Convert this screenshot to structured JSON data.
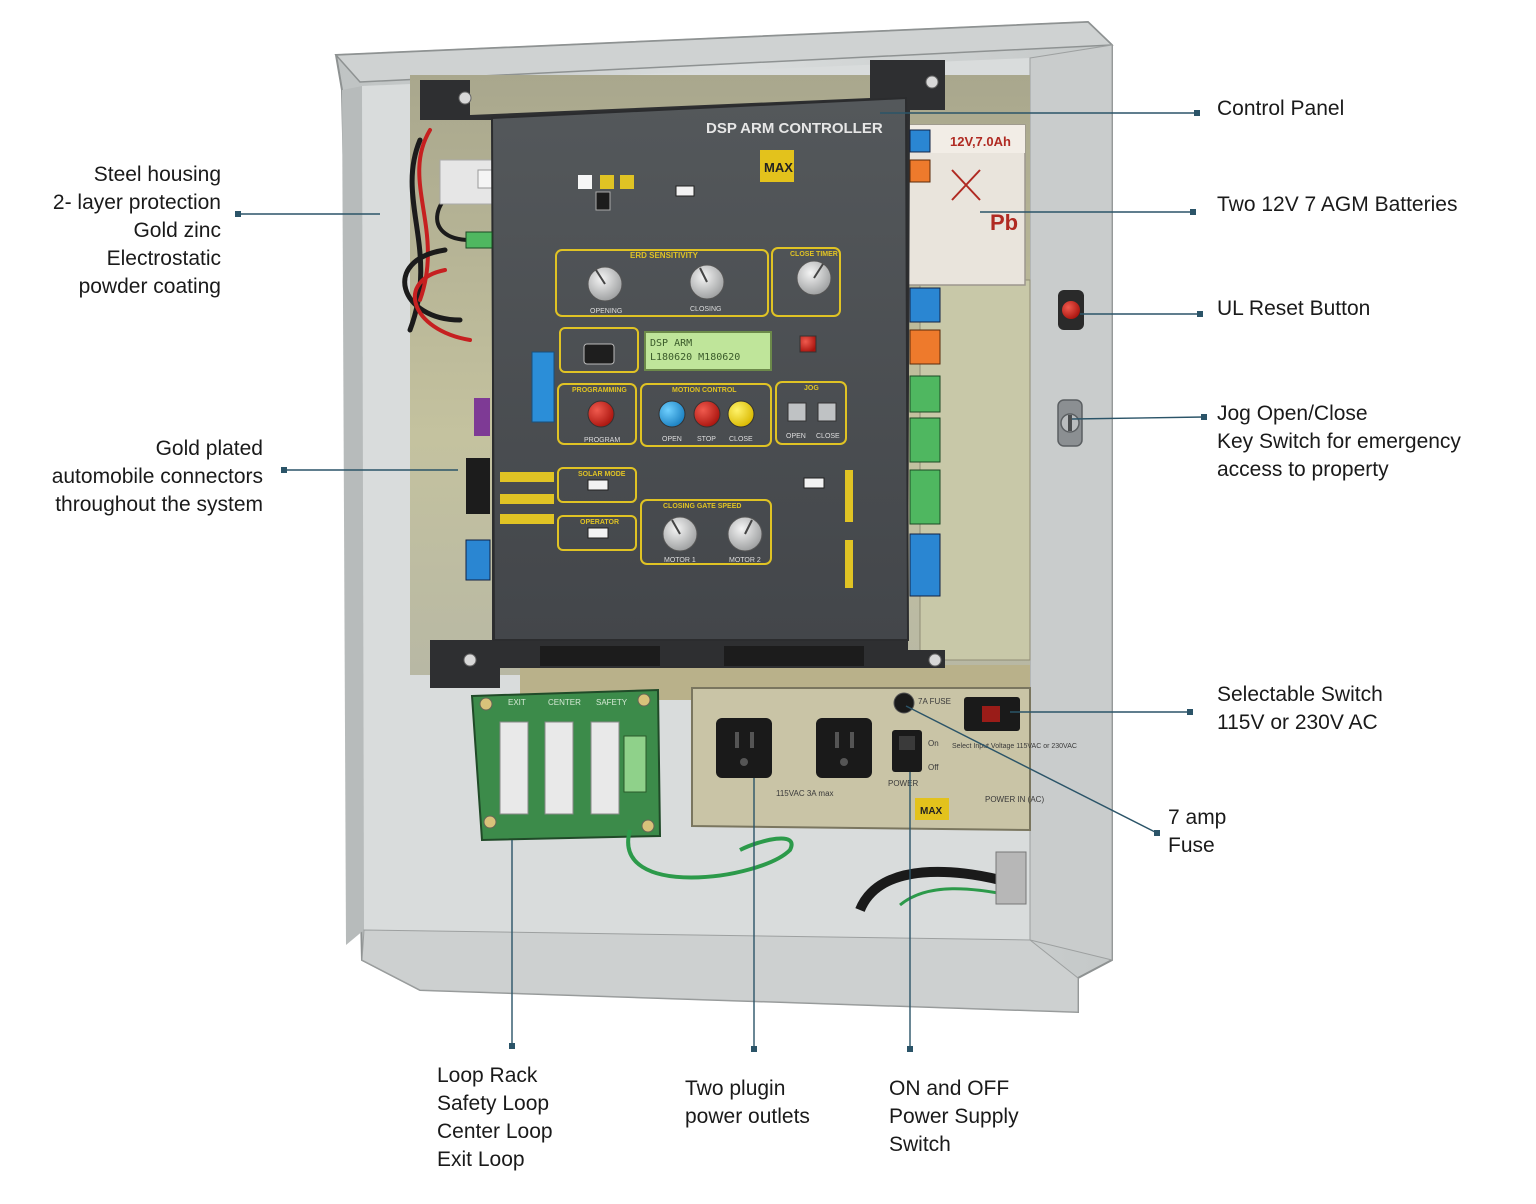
{
  "colors": {
    "leader": "#2b5468",
    "housing": "#d3d6d6",
    "panel": "#4a4d4f",
    "panel_accent": "#e0c324",
    "lcd": "#bfe59a"
  },
  "callouts": {
    "control_panel": {
      "lines": [
        "Control Panel"
      ]
    },
    "batteries": {
      "lines": [
        "Two 12V 7 AGM Batteries"
      ]
    },
    "reset": {
      "lines": [
        "UL Reset Button"
      ]
    },
    "jog": {
      "lines": [
        "Jog Open/Close",
        "Key Switch for emergency",
        "access to property"
      ]
    },
    "selectable": {
      "lines": [
        "Selectable Switch",
        "115V or 230V AC"
      ]
    },
    "fuse": {
      "lines": [
        "7 amp",
        "Fuse"
      ]
    },
    "housing": {
      "lines": [
        "Steel housing",
        "2- layer protection",
        "Gold zinc",
        "Electrostatic",
        "powder coating"
      ]
    },
    "connectors": {
      "lines": [
        "Gold plated",
        "automobile connectors",
        "throughout the system"
      ]
    },
    "loop_rack": {
      "lines": [
        "Loop Rack",
        "Safety Loop",
        "Center Loop",
        "Exit Loop"
      ]
    },
    "outlets": {
      "lines": [
        "Two plugin",
        "power outlets"
      ]
    },
    "power_switch": {
      "lines": [
        "ON and OFF",
        "Power Supply",
        "Switch"
      ]
    }
  },
  "device": {
    "panel_title": "DSP ARM CONTROLLER",
    "brand": "MAX",
    "lcd_line1": "DSP ARM",
    "lcd_line2": "L180620 M180620",
    "battery_label": "12V,7.0Ah",
    "battery_mark": "Pb",
    "section_erd": "ERD SENSITIVITY",
    "section_programming": "PROGRAMMING",
    "section_motion": "MOTION CONTROL",
    "section_jog": "JOG",
    "section_solar": "SOLAR MODE",
    "section_operator": "OPERATOR",
    "section_speed": "CLOSING GATE SPEED",
    "knob_opening": "OPENING",
    "knob_closing": "CLOSING",
    "knob_close_timer": "CLOSE TIMER",
    "btn_program": "PROGRAM",
    "btn_open": "OPEN",
    "btn_stop": "STOP",
    "btn_close": "CLOSE",
    "jog_open": "OPEN",
    "jog_close": "CLOSE",
    "motor1": "MOTOR 1",
    "motor2": "MOTOR 2",
    "outlet_rating": "115VAC 3A max",
    "power_label": "POWER",
    "fuse_label": "7A FUSE",
    "on_label": "On",
    "off_label": "Off",
    "input_voltage": "Select Input Voltage 115VAC or 230VAC",
    "power_in": "POWER IN (AC)",
    "loop_exit": "EXIT",
    "loop_center": "CENTER",
    "loop_safety": "SAFETY"
  }
}
